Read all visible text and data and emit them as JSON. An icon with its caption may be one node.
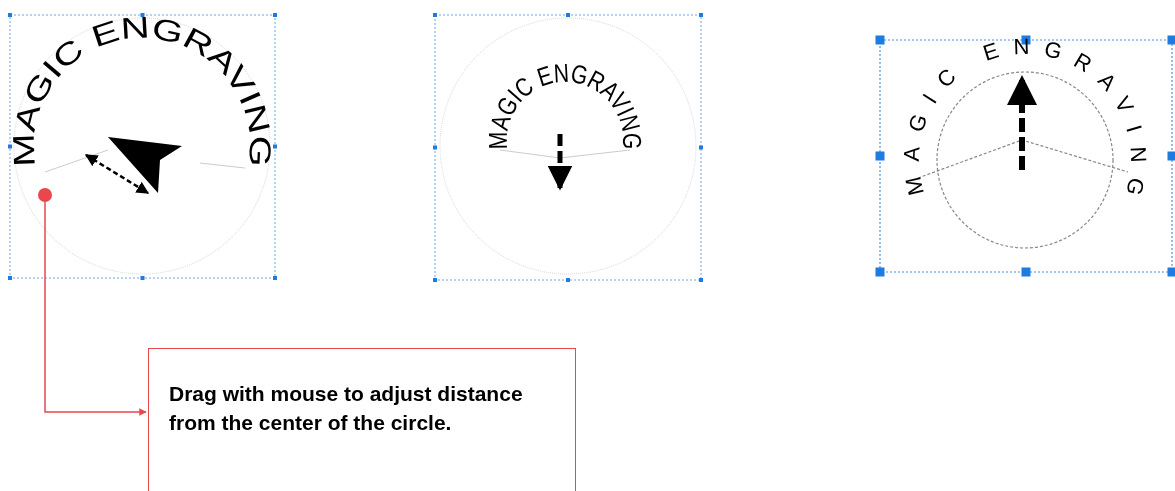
{
  "diagram": {
    "nodes": [
      {
        "text": [],
        "shape": "circle"
      },
      {
        "text": [
          "Drag with mouse to adjust distance from the center of the circle."
        ]
      }
    ],
    "edges": [
      {
        "from": 0,
        "to": 1,
        "arrow": "to"
      }
    ],
    "labels": [
      "MAGIC ENGRAVING",
      "MAGIC ENGRAVING",
      "MAGIC ENGRAVING"
    ]
  }
}
